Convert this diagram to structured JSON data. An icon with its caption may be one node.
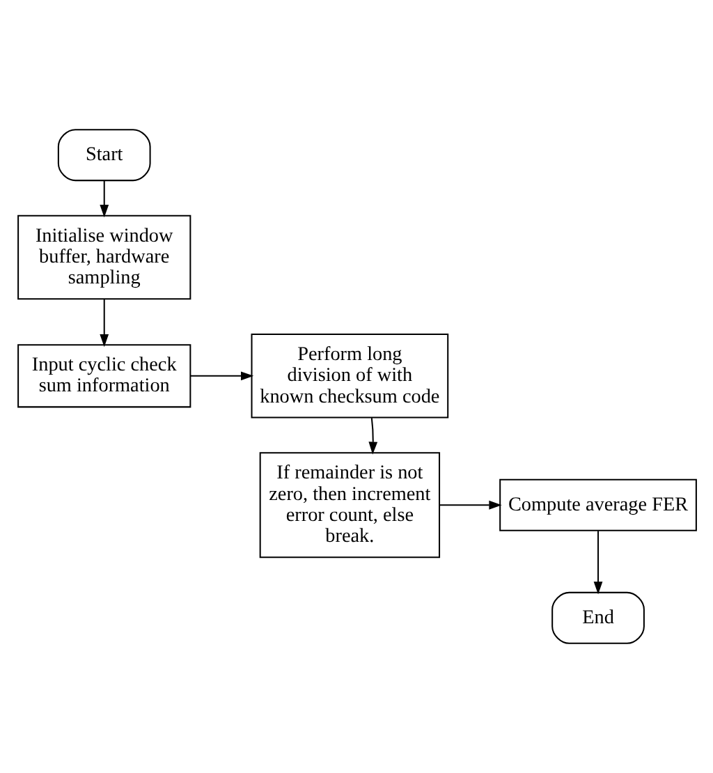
{
  "diagram": {
    "nodes": [
      {
        "text": [
          "Start"
        ]
      },
      {
        "text": [
          "Initialise window buffer, hardware sampling"
        ]
      },
      {
        "text": [
          "Input cyclic check sum information"
        ]
      },
      {
        "text": [
          "Perform long division of with known checksum code"
        ]
      },
      {
        "text": [
          "If remainder is not zero, then increment error count, else break."
        ]
      },
      {
        "text": [
          "Compute average FER"
        ]
      },
      {
        "text": [
          "End"
        ]
      }
    ],
    "edges": [
      {
        "from": 0,
        "to": 1,
        "arrow": "to"
      },
      {
        "from": 1,
        "to": 2,
        "arrow": "to"
      },
      {
        "from": 2,
        "to": 3,
        "arrow": "to"
      },
      {
        "from": 3,
        "to": 4,
        "arrow": "to"
      },
      {
        "from": 4,
        "to": 5,
        "arrow": "to"
      },
      {
        "from": 5,
        "to": 6,
        "arrow": "to"
      }
    ]
  }
}
